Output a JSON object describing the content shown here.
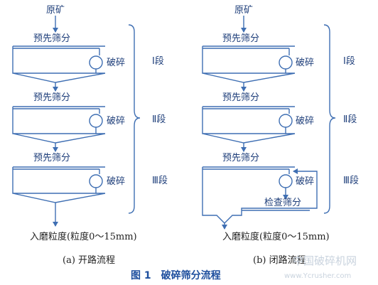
{
  "left_flow": {
    "feed": "原矿",
    "screen_label": "预先筛分",
    "crush_label": "破碎",
    "stages": [
      "Ⅰ段",
      "Ⅱ段",
      "Ⅲ段"
    ],
    "product": "入磨粒度(粒度0～15mm)",
    "caption": "(a) 开路流程"
  },
  "right_flow": {
    "feed": "原矿",
    "screen_label": "预先筛分",
    "crush_label": "破碎",
    "check_screen_label": "检查筛分",
    "stages": [
      "Ⅰ段",
      "Ⅱ段",
      "Ⅲ段"
    ],
    "product": "入磨粒度(粒度0～15mm)",
    "caption": "(b) 闭路流程"
  },
  "figure_title": "图 1　破碎筛分流程",
  "watermark": {
    "text": "中国破碎机网",
    "url": "www.Ycrusher.com"
  },
  "colors": {
    "line": "#3f6fb3",
    "label": "#1e3e7a",
    "title": "#1e4f9e"
  }
}
